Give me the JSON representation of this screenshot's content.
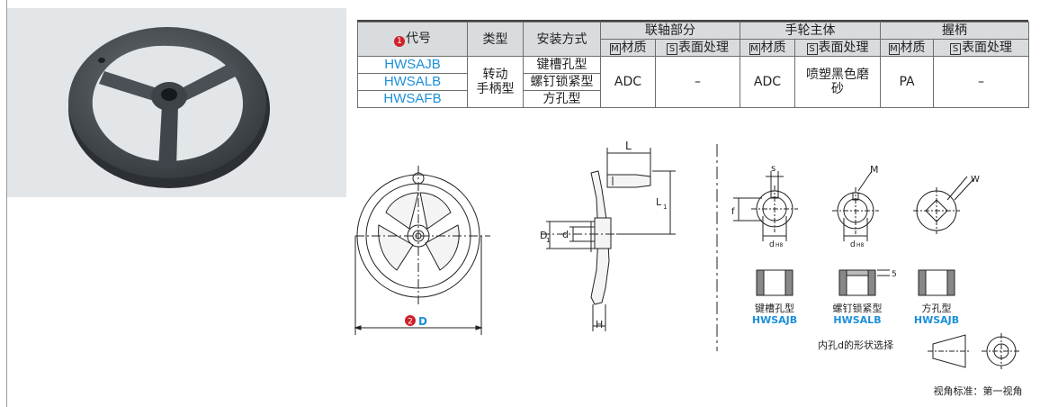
{
  "table": {
    "headers": {
      "code": "代号",
      "code_num": "1",
      "type": "类型",
      "mount": "安装方式",
      "group_shaft": "联轴部分",
      "group_wheel": "手轮主体",
      "group_grip": "握柄",
      "material": "材质",
      "surface": "表面处理",
      "m_badge": "M",
      "s_badge": "S"
    },
    "rows": [
      {
        "code": "HWSAJB",
        "mount": "键槽孔型"
      },
      {
        "code": "HWSALB",
        "mount": "螺钉锁紧型"
      },
      {
        "code": "HWSAFB",
        "mount": "方孔型"
      }
    ],
    "type_line1": "转动",
    "type_line2": "手柄型",
    "shaft_material": "ADC",
    "shaft_surface": "–",
    "wheel_material": "ADC",
    "wheel_surface_line1": "喷塑黑色磨",
    "wheel_surface_line2": "砂",
    "grip_material": "PA",
    "grip_surface": "–"
  },
  "drawing": {
    "label_D": "D",
    "label_D_num": "2",
    "label_L": "L",
    "label_L1": "L",
    "label_L1_sub": "1",
    "label_D1": "D",
    "label_D1_sub": "1",
    "label_d": "d",
    "label_H": "H",
    "label_s": "s",
    "label_f": "f",
    "label_M": "M",
    "label_W": "W",
    "label_dH8": "d",
    "label_dH8_sub": "H8",
    "label_5": "5",
    "bore_types": [
      {
        "name": "键槽孔型",
        "code": "HWSAJB"
      },
      {
        "name": "螺钉锁紧型",
        "code": "HWSALB"
      },
      {
        "name": "方孔型",
        "code": "HWSAJB"
      }
    ],
    "bore_caption": "内孔d的形状选择",
    "view_caption": "视角标准：第一视角"
  },
  "colors": {
    "accent_blue": "#1c8fd9",
    "accent_red": "#d0212a",
    "header_gray": "#d9dcdf",
    "photo_bg": "#e3e6e8"
  }
}
